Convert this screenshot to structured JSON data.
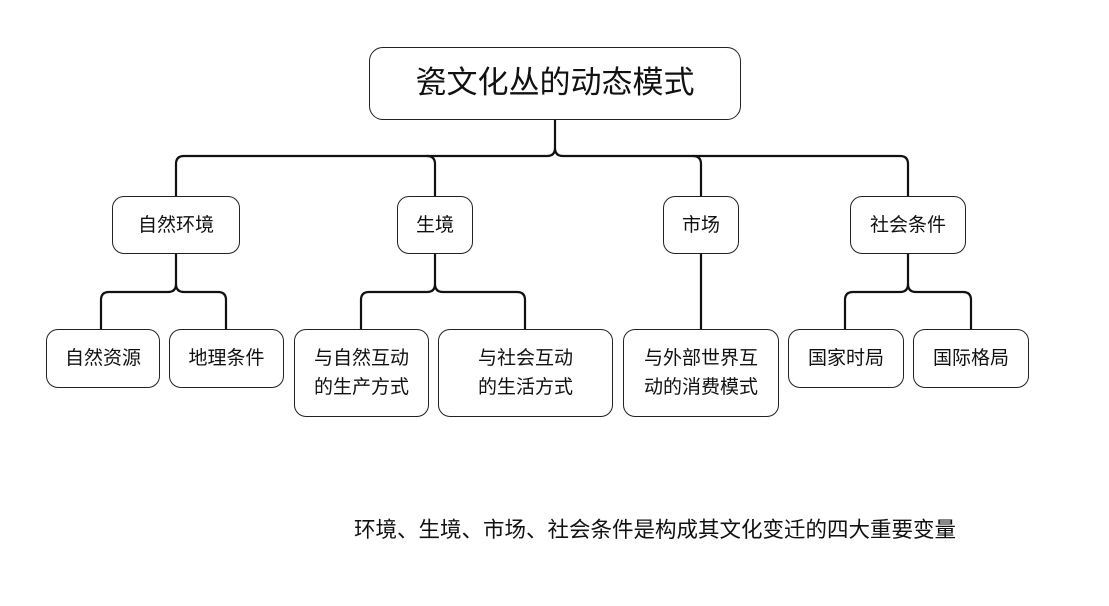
{
  "root": {
    "label": "瓷文化丛的动态模式"
  },
  "level1": [
    {
      "label": "自然环境"
    },
    {
      "label": "生境"
    },
    {
      "label": "市场"
    },
    {
      "label": "社会条件"
    }
  ],
  "level2": [
    {
      "label": "自然资源",
      "parent": "自然环境"
    },
    {
      "label": "地理条件",
      "parent": "自然环境"
    },
    {
      "label": "与自然互动\n的生产方式",
      "parent": "生境"
    },
    {
      "label": "与社会互动\n的生活方式",
      "parent": "生境"
    },
    {
      "label": "与外部世界互\n动的消费模式",
      "parent": "市场"
    },
    {
      "label": "国家时局",
      "parent": "社会条件"
    },
    {
      "label": "国际格局",
      "parent": "社会条件"
    }
  ],
  "caption": "环境、生境、市场、社会条件是构成其文化变迁的四大重要变量"
}
